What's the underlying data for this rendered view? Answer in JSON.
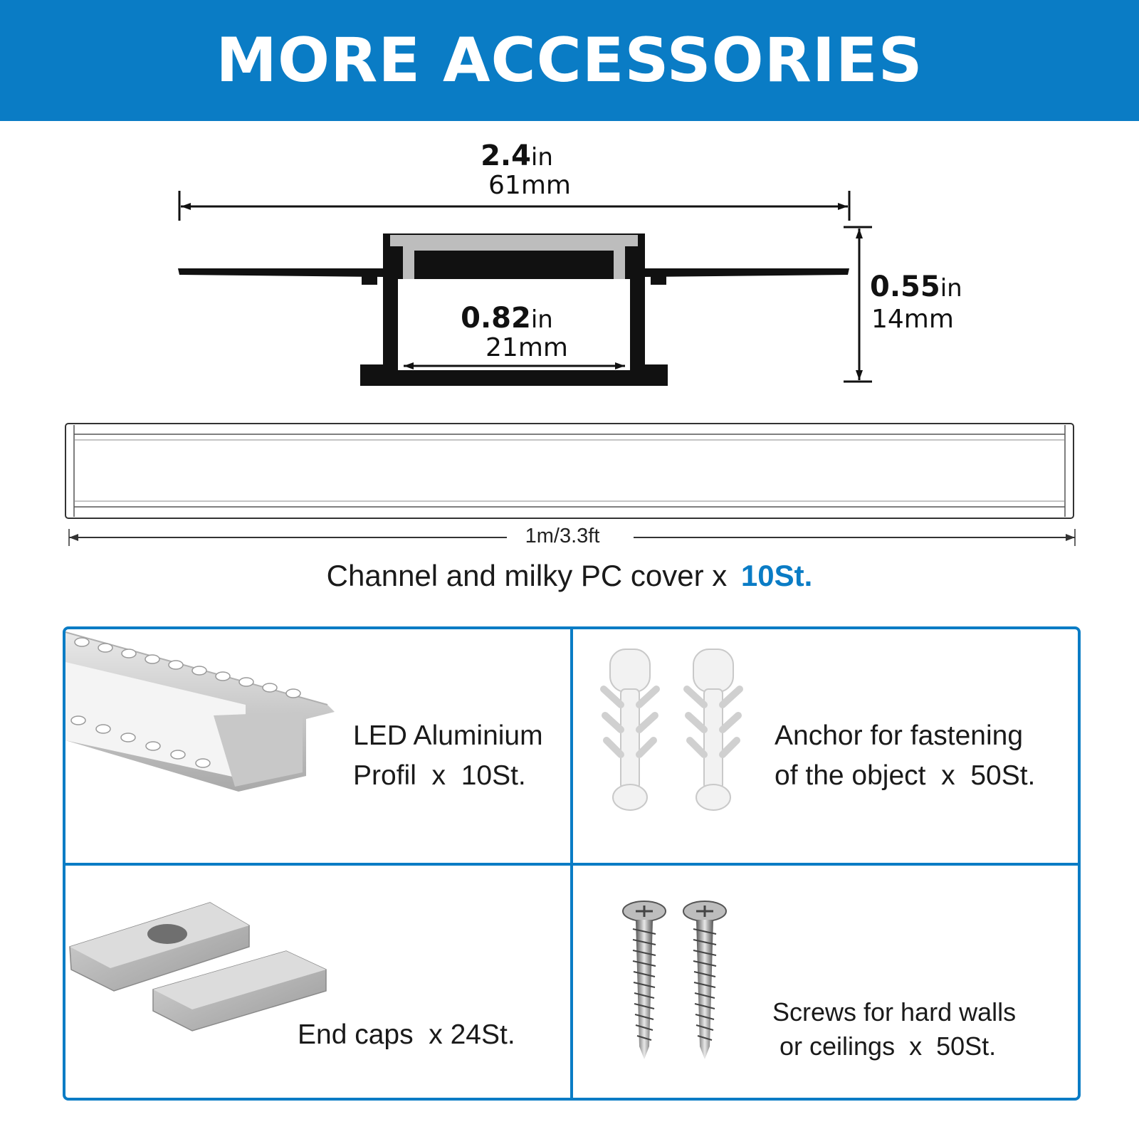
{
  "header": {
    "title": "MORE ACCESSORIES"
  },
  "profile_diagram": {
    "width_in": "2.4",
    "width_in_unit": "in",
    "width_mm": "61mm",
    "inner_in": "0.82",
    "inner_in_unit": "in",
    "inner_mm": "21mm",
    "height_in": "0.55",
    "height_in_unit": "in",
    "height_mm": "14mm"
  },
  "channel": {
    "length_label": "1m/3.3ft",
    "caption": "Channel and milky PC cover  x",
    "quantity": "10St."
  },
  "accessories": [
    {
      "line1": "LED Aluminium",
      "line2": "Profil  x  10St.",
      "icon": "aluminium-profile-icon"
    },
    {
      "line1": "Anchor for fastening",
      "line2": "of the object  x  50St.",
      "icon": "wall-anchor-icon"
    },
    {
      "line1": "End caps  x 24St.",
      "icon": "end-cap-icon"
    },
    {
      "line1": "Screws for hard walls",
      "line2": " or ceilings  x  50St.",
      "icon": "screw-icon"
    }
  ],
  "colors": {
    "brand_blue": "#0a7cc5",
    "text": "#1a1a1a",
    "profile_black": "#111111"
  }
}
